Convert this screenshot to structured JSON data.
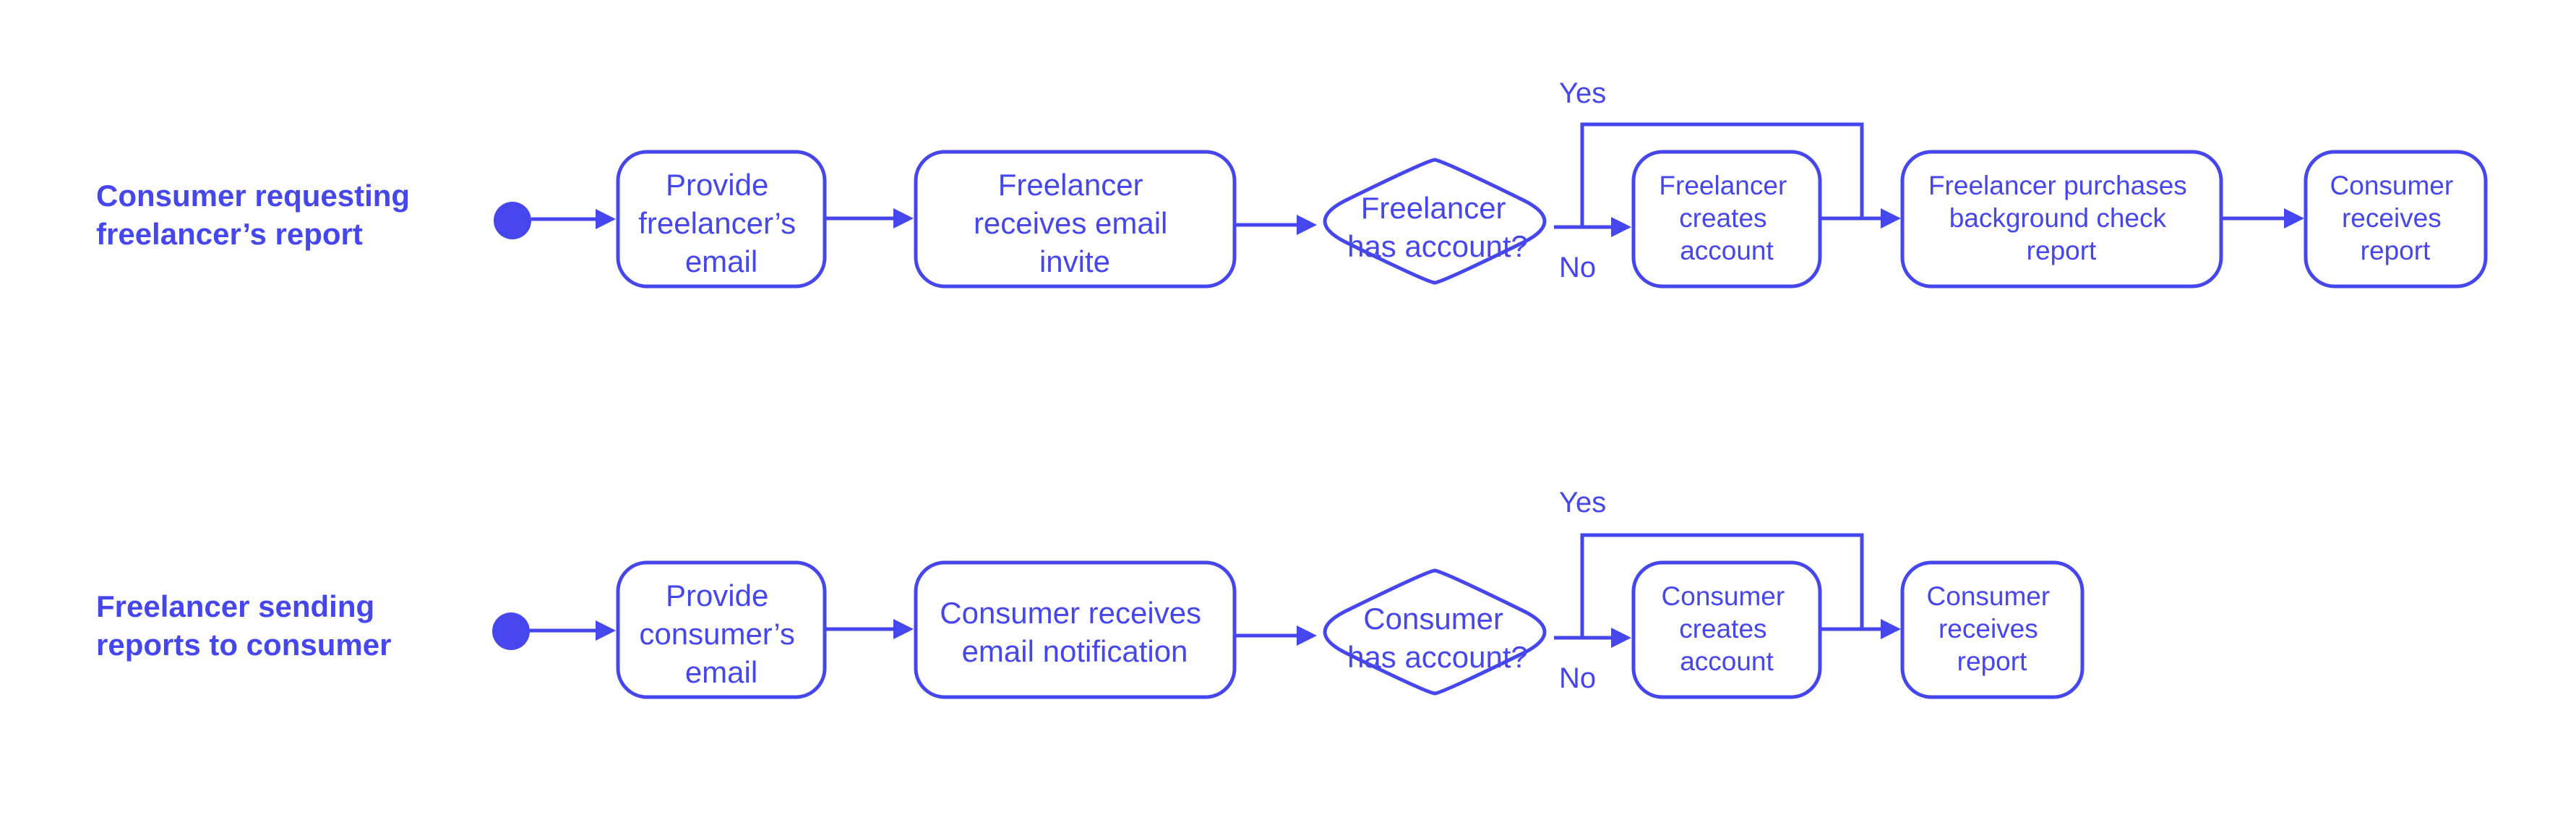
{
  "accent_color": "#4646EE",
  "background_color": "#ffffff",
  "lanes": [
    {
      "label": [
        "Consumer requesting",
        "freelancer’s report"
      ],
      "nodes": [
        {
          "type": "start"
        },
        {
          "type": "process",
          "lines": [
            "Provide",
            "freelancer’s",
            "email"
          ]
        },
        {
          "type": "process",
          "lines": [
            "Freelancer",
            "receives email",
            "invite"
          ]
        },
        {
          "type": "decision",
          "lines": [
            "Freelancer",
            "has account?"
          ]
        },
        {
          "type": "process",
          "lines": [
            "Freelancer",
            "creates",
            "account"
          ]
        },
        {
          "type": "process",
          "lines": [
            "Freelancer purchases",
            "background check",
            "report"
          ]
        },
        {
          "type": "process",
          "lines": [
            "Consumer",
            "receives",
            "report"
          ]
        }
      ],
      "branch": {
        "yes_label": "Yes",
        "no_label": "No"
      }
    },
    {
      "label": [
        "Freelancer sending",
        "reports to consumer"
      ],
      "nodes": [
        {
          "type": "start"
        },
        {
          "type": "process",
          "lines": [
            "Provide",
            "consumer’s",
            "email"
          ]
        },
        {
          "type": "process",
          "lines": [
            "Consumer receives",
            "email notification"
          ]
        },
        {
          "type": "decision",
          "lines": [
            "Consumer",
            "has account?"
          ]
        },
        {
          "type": "process",
          "lines": [
            "Consumer",
            "creates",
            "account"
          ]
        },
        {
          "type": "process",
          "lines": [
            "Consumer",
            "receives",
            "report"
          ]
        }
      ],
      "branch": {
        "yes_label": "Yes",
        "no_label": "No"
      }
    }
  ]
}
